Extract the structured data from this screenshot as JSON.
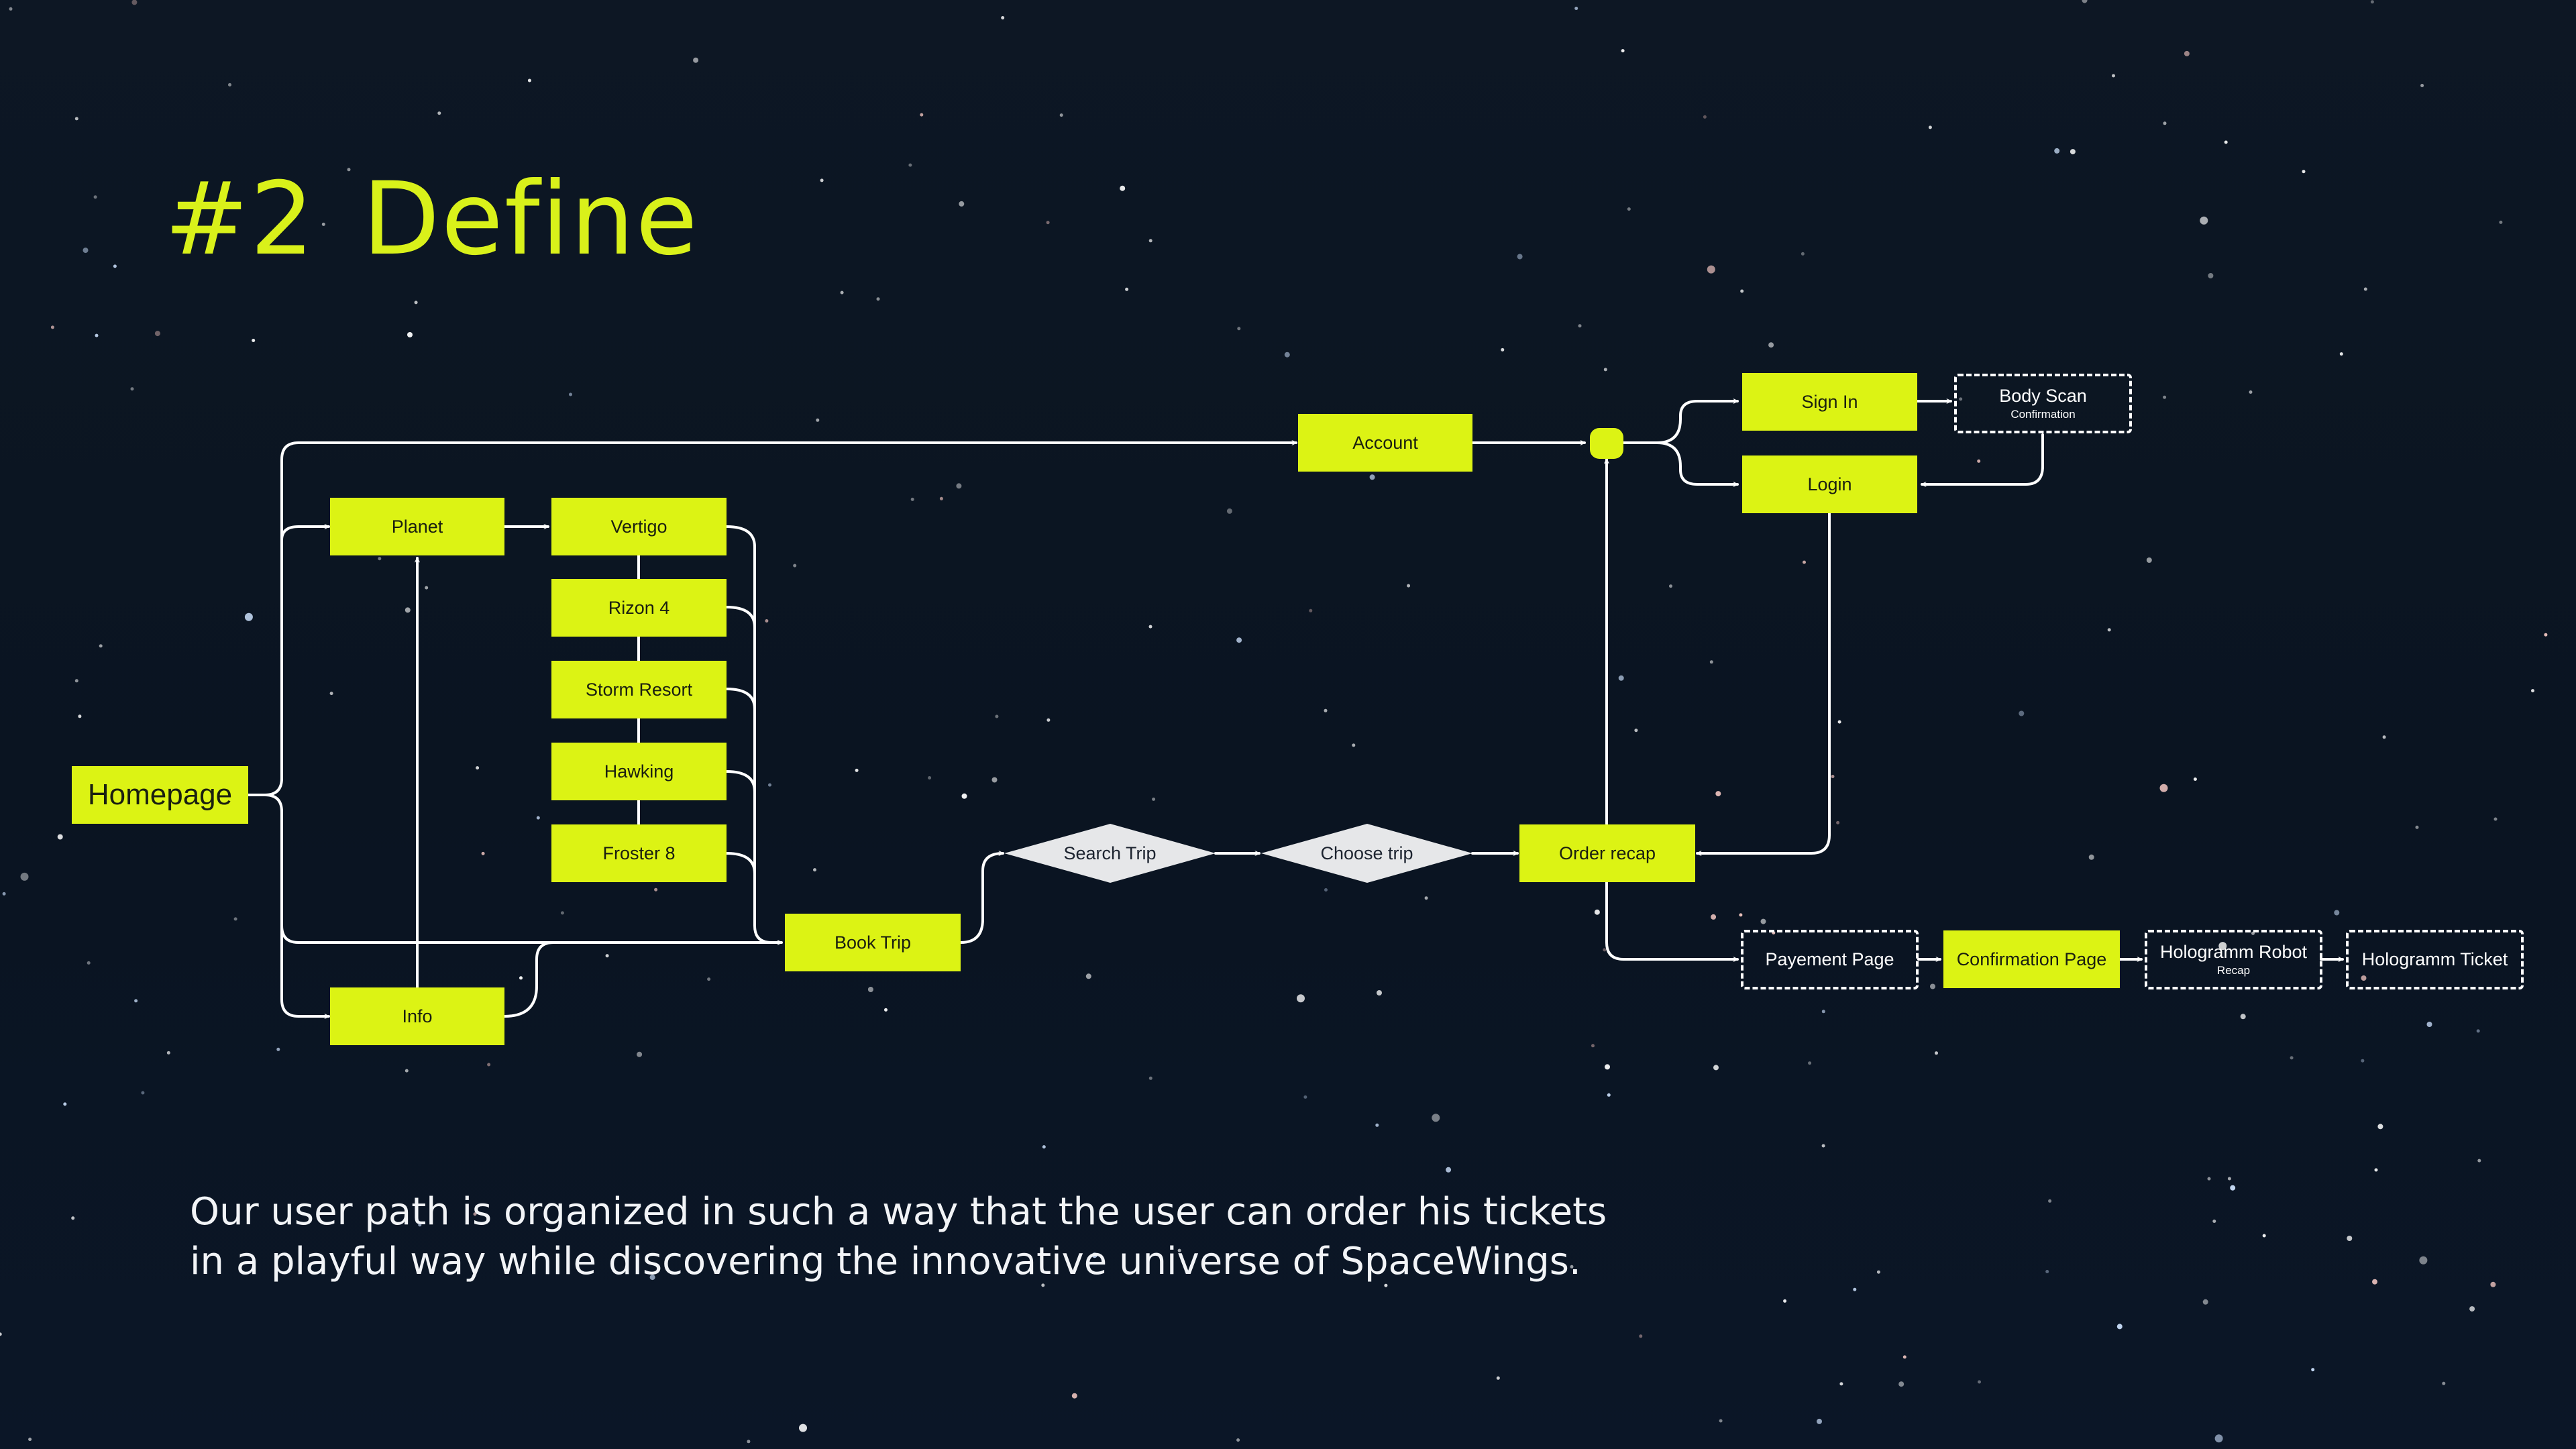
{
  "slide": {
    "title_number": "#2",
    "title_word": "Define",
    "caption_line_1": "Our user path is organized in such a way that the user can order his tickets",
    "caption_line_2": "in a playful way while discovering the innovative universe of SpaceWings."
  },
  "nodes": {
    "homepage": "Homepage",
    "planet": "Planet",
    "info": "Info",
    "vertigo": "Vertigo",
    "rizon4": "Rizon 4",
    "storm_resort": "Storm Resort",
    "hawking": "Hawking",
    "froster8": "Froster 8",
    "book_trip": "Book Trip",
    "search_trip": "Search Trip",
    "choose_trip": "Choose trip",
    "order_recap": "Order recap",
    "account": "Account",
    "sign_in": "Sign In",
    "login": "Login",
    "body_scan": "Body Scan",
    "body_scan_sub": "Confirmation",
    "payement_page": "Payement Page",
    "confirmation_page": "Confirmation Page",
    "hologramm_robot": "Hologramm Robot",
    "hologramm_robot_sub": "Recap",
    "hologramm_ticket": "Hologramm Ticket"
  },
  "colors": {
    "accent": "#dcf314",
    "title": "#d9f11a",
    "background": "#0c1623",
    "connector": "#ffffff",
    "decision_fill": "#e6e7e9"
  }
}
